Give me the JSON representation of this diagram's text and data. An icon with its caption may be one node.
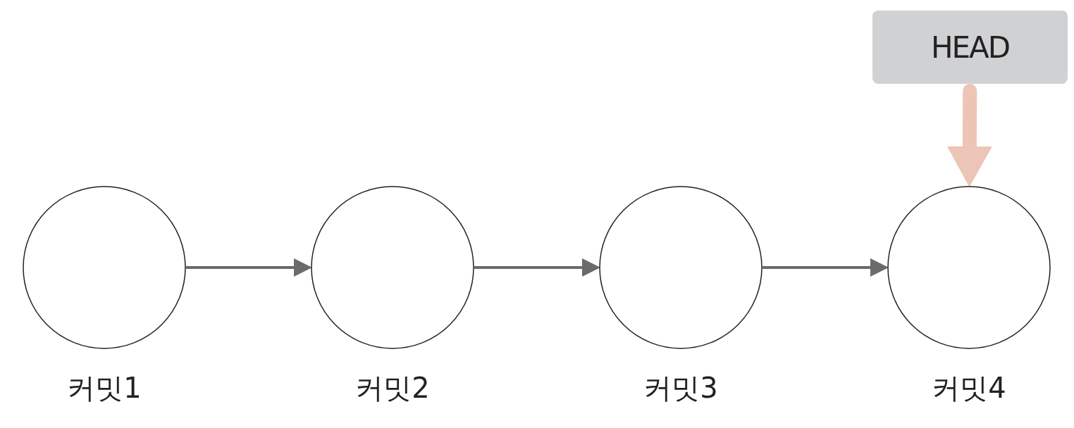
{
  "diagram": {
    "nodes": [
      {
        "text": [
          "HEAD"
        ]
      },
      {
        "text": [],
        "shape": "circle",
        "beside": [
          "커밋1"
        ]
      },
      {
        "text": [],
        "shape": "circle",
        "beside": [
          "커밋2"
        ]
      },
      {
        "text": [],
        "shape": "circle",
        "beside": [
          "커밋3"
        ]
      },
      {
        "text": [],
        "shape": "circle",
        "beside": [
          "커밋4"
        ]
      }
    ],
    "edges": [
      {
        "from": 1,
        "to": 2,
        "arrow": "to"
      },
      {
        "from": 2,
        "to": 3,
        "arrow": "to"
      },
      {
        "from": 3,
        "to": 4,
        "arrow": "to"
      },
      {
        "from": 0,
        "to": 4,
        "arrow": "to",
        "style": "thick",
        "color": "#ecc5b6"
      }
    ]
  }
}
